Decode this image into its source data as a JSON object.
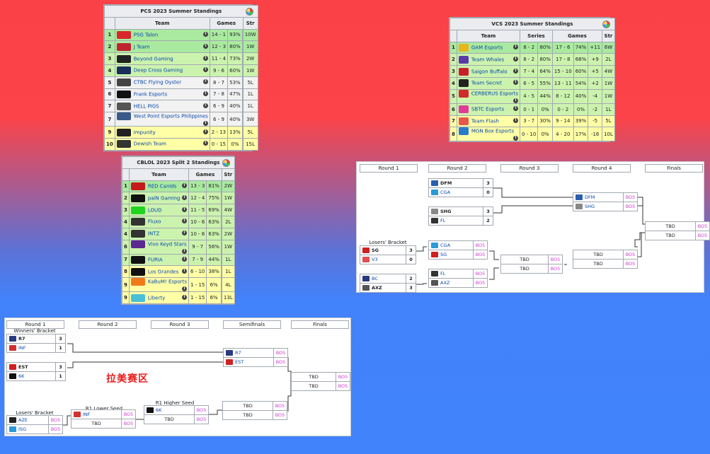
{
  "pcs": {
    "title": "PCS 2023 Summer Standings",
    "head": [
      "Team",
      "Games",
      "Str"
    ],
    "rows": [
      {
        "rank": "1",
        "team": "PSG Talon",
        "rec": "14 - 1",
        "pct": "93%",
        "str": "10W",
        "cls": "dg",
        "color": "#d9262c"
      },
      {
        "rank": "2",
        "team": "J Team",
        "rec": "12 - 3",
        "pct": "80%",
        "str": "1W",
        "cls": "dg",
        "color": "#c0232e"
      },
      {
        "rank": "3",
        "team": "Beyond Gaming",
        "rec": "11 - 4",
        "pct": "73%",
        "str": "2W",
        "cls": "g",
        "color": "#222"
      },
      {
        "rank": "4",
        "team": "Deep Cross Gaming",
        "rec": "9 - 6",
        "pct": "60%",
        "str": "1W",
        "cls": "g",
        "color": "#1b2d5a"
      },
      {
        "rank": "5",
        "team": "CTBC Flying Oyster",
        "rec": "8 - 7",
        "pct": "53%",
        "str": "5L",
        "cls": "gr",
        "color": "#444"
      },
      {
        "rank": "6",
        "team": "Frank Esports",
        "rec": "7 - 8",
        "pct": "47%",
        "str": "1L",
        "cls": "gr",
        "color": "#111"
      },
      {
        "rank": "7",
        "team": "HELL PIGS",
        "rec": "6 - 9",
        "pct": "40%",
        "str": "1L",
        "cls": "gr",
        "color": "#555"
      },
      {
        "rank": "7",
        "team": "West Point Esports Philippines",
        "rec": "6 - 9",
        "pct": "40%",
        "str": "3W",
        "cls": "gr",
        "color": "#3a5a8a"
      },
      {
        "rank": "9",
        "team": "Impunity",
        "rec": "2 - 13",
        "pct": "13%",
        "str": "5L",
        "cls": "y",
        "color": "#222"
      },
      {
        "rank": "10",
        "team": "Dewish Team",
        "rec": "0 - 15",
        "pct": "0%",
        "str": "15L",
        "cls": "y",
        "color": "#333"
      }
    ]
  },
  "vcs": {
    "title": "VCS 2023 Summer Standings",
    "head": [
      "Team",
      "Series",
      "Games",
      "Str"
    ],
    "rows": [
      {
        "rank": "1",
        "team": "GAM Esports",
        "s": "8 - 2",
        "sp": "80%",
        "g": "17 - 6",
        "gp": "74%",
        "d": "+11",
        "str": "6W",
        "cls": "dg",
        "color": "#e8b51c"
      },
      {
        "rank": "2",
        "team": "Team Whales",
        "s": "8 - 2",
        "sp": "80%",
        "g": "17 - 8",
        "gp": "68%",
        "d": "+9",
        "str": "2L",
        "cls": "g",
        "color": "#5a3aa8"
      },
      {
        "rank": "3",
        "team": "Saigon Buffalo",
        "s": "7 - 4",
        "sp": "64%",
        "g": "15 - 10",
        "gp": "60%",
        "d": "+5",
        "str": "4W",
        "cls": "g",
        "color": "#c8202a"
      },
      {
        "rank": "4",
        "team": "Team Secret",
        "s": "6 - 5",
        "sp": "55%",
        "g": "13 - 11",
        "gp": "54%",
        "d": "+2",
        "str": "1W",
        "cls": "g",
        "color": "#222"
      },
      {
        "rank": "5",
        "team": "CERBERUS Esports",
        "s": "4 - 5",
        "sp": "44%",
        "g": "8 - 12",
        "gp": "40%",
        "d": "-4",
        "str": "1W",
        "cls": "g",
        "color": "#d02a2a"
      },
      {
        "rank": "6",
        "team": "SBTC Esports",
        "s": "0 - 1",
        "sp": "0%",
        "g": "0 - 2",
        "gp": "0%",
        "d": "-2",
        "str": "1L",
        "cls": "g",
        "color": "#e23a9a"
      },
      {
        "rank": "7",
        "team": "Team Flash",
        "s": "3 - 7",
        "sp": "30%",
        "g": "9 - 14",
        "gp": "39%",
        "d": "-5",
        "str": "5L",
        "cls": "y",
        "color": "#e8564a"
      },
      {
        "rank": "8",
        "team": "MGN Box Esports",
        "s": "0 - 10",
        "sp": "0%",
        "g": "4 - 20",
        "gp": "17%",
        "d": "-16",
        "str": "10L",
        "cls": "y",
        "color": "#2a7ad0"
      }
    ]
  },
  "cblol": {
    "title": "CBLOL 2023 Split 2 Standings",
    "head": [
      "Team",
      "Games",
      "Str"
    ],
    "rows": [
      {
        "rank": "1",
        "team": "RED Canids",
        "rec": "13 - 3",
        "pct": "81%",
        "str": "2W",
        "cls": "dg",
        "color": "#c41a1a"
      },
      {
        "rank": "2",
        "team": "paiN Gaming",
        "rec": "12 - 4",
        "pct": "75%",
        "str": "1W",
        "cls": "g",
        "color": "#111"
      },
      {
        "rank": "3",
        "team": "LOUD",
        "rec": "11 - 5",
        "pct": "69%",
        "str": "4W",
        "cls": "g",
        "color": "#22d322"
      },
      {
        "rank": "4",
        "team": "Fluxo",
        "rec": "10 - 6",
        "pct": "63%",
        "str": "2L",
        "cls": "g",
        "color": "#333"
      },
      {
        "rank": "4",
        "team": "INTZ",
        "rec": "10 - 6",
        "pct": "63%",
        "str": "2W",
        "cls": "g",
        "color": "#333"
      },
      {
        "rank": "6",
        "team": "Vivo Keyd Stars",
        "rec": "9 - 7",
        "pct": "56%",
        "str": "1W",
        "cls": "g",
        "color": "#5a2a90"
      },
      {
        "rank": "7",
        "team": "FURIA",
        "rec": "7 - 9",
        "pct": "44%",
        "str": "1L",
        "cls": "g",
        "color": "#111"
      },
      {
        "rank": "8",
        "team": "Los Grandes",
        "rec": "6 - 10",
        "pct": "38%",
        "str": "1L",
        "cls": "y",
        "color": "#111"
      },
      {
        "rank": "9",
        "team": "KaBuM! Esports",
        "rec": "1 - 15",
        "pct": "6%",
        "str": "4L",
        "cls": "y",
        "color": "#f07a1a"
      },
      {
        "rank": "9",
        "team": "Liberty",
        "rec": "1 - 15",
        "pct": "6%",
        "str": "13L",
        "cls": "y",
        "color": "#4ac0d8"
      }
    ]
  },
  "vcs_bracket": {
    "rounds": [
      "Round 1",
      "Round 2",
      "Round 3",
      "Round 4",
      "Finals"
    ],
    "losers_label": "Losers' Bracket",
    "r2a": [
      {
        "t": "DFM",
        "s": "3",
        "w": true,
        "c": "#2a5fb0"
      },
      {
        "t": "CGA",
        "s": "0",
        "c": "#2a9ad8"
      }
    ],
    "r2b": [
      {
        "t": "SHG",
        "s": "3",
        "w": true,
        "c": "#888"
      },
      {
        "t": "FL",
        "s": "2",
        "c": "#333"
      }
    ],
    "r4a": [
      {
        "t": "DFM",
        "b": "BO5",
        "c": "#2a5fb0"
      },
      {
        "t": "SHG",
        "b": "BO5",
        "c": "#888"
      }
    ],
    "fin": [
      {
        "t": "TBD",
        "b": "BO5"
      },
      {
        "t": "TBD",
        "b": "BO5"
      }
    ],
    "l1a": [
      {
        "t": "SG",
        "s": "3",
        "w": true,
        "c": "#d02020"
      },
      {
        "t": "V3",
        "s": "0",
        "c": "#e05050"
      }
    ],
    "l1b": [
      {
        "t": "BC",
        "s": "2",
        "c": "#2a3a80"
      },
      {
        "t": "AXZ",
        "s": "3",
        "w": true,
        "c": "#555"
      }
    ],
    "l2a": [
      {
        "t": "CGA",
        "b": "BO5",
        "c": "#2a9ad8"
      },
      {
        "t": "SG",
        "b": "BO5",
        "c": "#d02020"
      }
    ],
    "l2b": [
      {
        "t": "FL",
        "b": "BO5",
        "c": "#333"
      },
      {
        "t": "AXZ",
        "b": "BO5",
        "c": "#555"
      }
    ],
    "l3": [
      {
        "t": "TBD",
        "b": "BO5"
      },
      {
        "t": "TBD",
        "b": "BO5"
      }
    ],
    "l4": [
      {
        "t": "TBD",
        "b": "BO5"
      },
      {
        "t": "TBD",
        "b": "BO5"
      }
    ]
  },
  "latam_bracket": {
    "rounds": [
      "Round 1",
      "Round 2",
      "Round 3",
      "Semifinals",
      "Finals"
    ],
    "winners_label": "Winners' Bracket",
    "losers_label": "Losers' Bracket",
    "r1lower": "R1 Lower Seed",
    "r1higher": "R1 Higher Seed",
    "caption": "拉美赛区",
    "w1a": [
      {
        "t": "R7",
        "s": "3",
        "w": true,
        "c": "#2a3a80"
      },
      {
        "t": "INF",
        "s": "1",
        "c": "#d03030"
      }
    ],
    "w1b": [
      {
        "t": "EST",
        "s": "3",
        "w": true,
        "c": "#d02020"
      },
      {
        "t": "6K",
        "s": "1",
        "c": "#111"
      }
    ],
    "sf": [
      {
        "t": "R7",
        "b": "BO5",
        "c": "#2a3a80"
      },
      {
        "t": "EST",
        "b": "BO5",
        "c": "#d02020"
      }
    ],
    "fin": [
      {
        "t": "TBD",
        "b": "BO5"
      },
      {
        "t": "TBD",
        "b": "BO5"
      }
    ],
    "l1": [
      {
        "t": "AZE",
        "b": "BO5",
        "c": "#222"
      },
      {
        "t": "ISG",
        "b": "BO5",
        "c": "#2a9ad8"
      }
    ],
    "l2": [
      {
        "t": "INF",
        "b": "BO5",
        "c": "#d03030"
      },
      {
        "t": "TBD",
        "b": "BO5"
      }
    ],
    "l3": [
      {
        "t": "6K",
        "b": "BO5",
        "c": "#111"
      },
      {
        "t": "TBD",
        "b": "BO5"
      }
    ],
    "sf2": [
      {
        "t": "TBD",
        "b": "BO5"
      },
      {
        "t": "TBD",
        "b": "BO5"
      }
    ]
  }
}
